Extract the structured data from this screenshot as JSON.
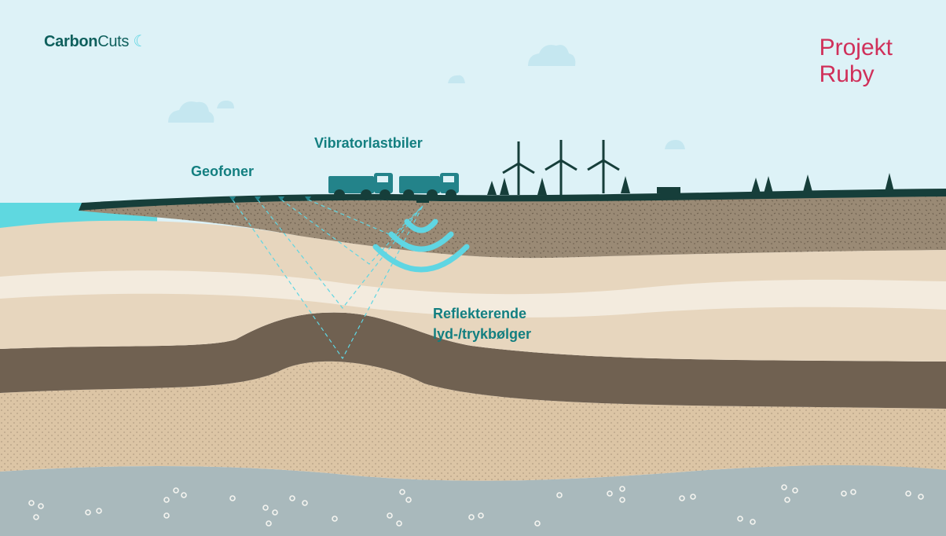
{
  "brand": {
    "name_bold": "Carbon",
    "name_regular": "Cuts"
  },
  "project": {
    "line1": "Projekt",
    "line2": "Ruby"
  },
  "labels": {
    "vibrator_trucks": "Vibratorlastbiler",
    "geophones": "Geofoner",
    "reflecting_line1": "Reflekterende",
    "reflecting_line2": "lyd-/trykbølger"
  },
  "colors": {
    "sky": "#DDF2F7",
    "sea": "#5FD8E0",
    "ground_dark": "#163E3A",
    "label_teal": "#137F80",
    "project_red": "#D0305A",
    "wave": "#5FD6E3",
    "gravel": "#9A8A75",
    "sand_light": "#E7D6BE",
    "sand_pale": "#F3EBDE",
    "clay_dark": "#706151",
    "sand_dotted": "#DDC6A6",
    "bedrock": "#A9B9BC",
    "truck": "#23838A"
  }
}
